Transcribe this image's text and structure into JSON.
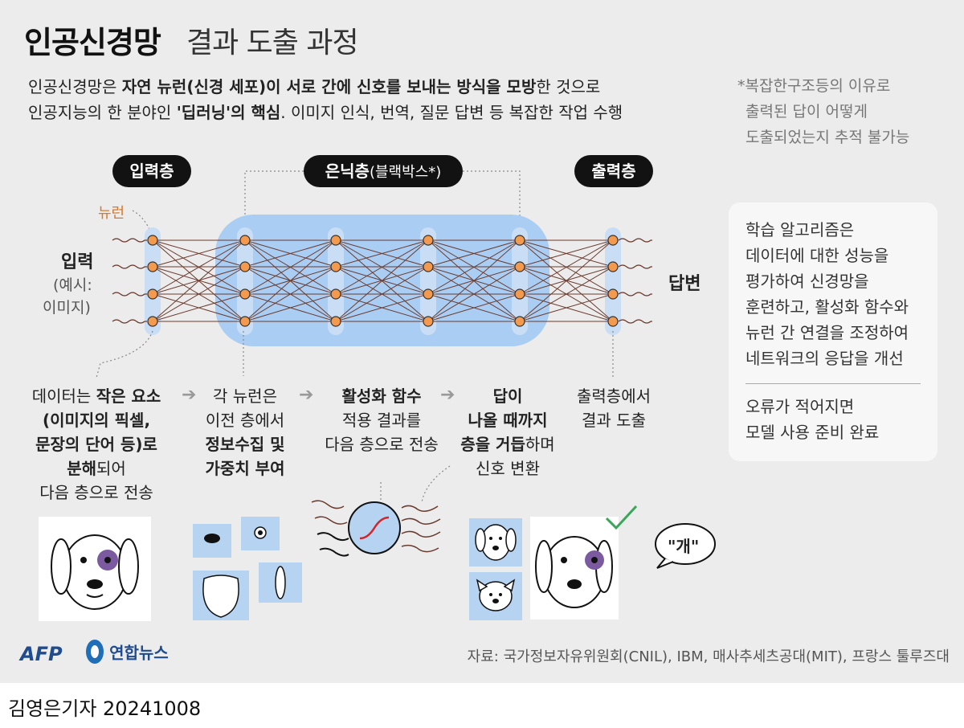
{
  "header": {
    "title_main": "인공신경망",
    "title_sub": "결과 도출 과정"
  },
  "intro": {
    "line1_plain_a": "인공신경망은 ",
    "line1_bold": "자연 뉴런(신경 세포)이 서로 간에 신호를 보내는 방식을 모방",
    "line1_plain_b": "한 것으로",
    "line2_plain_a": "인공지능의 한 분야인 ",
    "line2_bold": "'딥러닝'의 핵심",
    "line2_plain_b": ". 이미지 인식, 번역, 질문 답변 등 복잡한 작업 수행"
  },
  "note": {
    "line1": "*복잡한구조등의 이유로",
    "line2": "출력된 답이 어떻게",
    "line3": "도출되었는지 추적 불가능"
  },
  "layers": {
    "input": "입력층",
    "hidden_bold": "은닉층",
    "hidden_small": "(블랙박스*)",
    "output": "출력층"
  },
  "labels": {
    "neuron": "뉴런",
    "input_title": "입력",
    "input_ex1": "(예시:",
    "input_ex2": "이미지)",
    "answer": "답변"
  },
  "captions": {
    "c1": [
      "데이터는 ",
      "작은 요소",
      "(이미지의 픽셀,",
      "문장의 단어 등)로",
      "분해",
      "되어",
      "다음 층으로 전송"
    ],
    "c2": [
      "각 뉴런은",
      "이전 층에서",
      "정보수집 및",
      "가중치 부여"
    ],
    "c3": [
      "활성화 함수",
      "적용 결과를",
      "다음 층으로 전송"
    ],
    "c4": [
      "답이",
      "나올 때까지",
      "층을 거듭",
      "하며",
      "신호 변환"
    ],
    "c5": [
      "출력층에서",
      "결과 도출"
    ]
  },
  "learning": {
    "line1": "학습 알고리즘은",
    "line2": "데이터에 대한 성능을",
    "line3": "평가하여 신경망을",
    "line4": "훈련하고, 활성화 함수와",
    "line5": "뉴런 간 연결을 조정하여",
    "line6": "네트워크의 응답을 개선",
    "line7": "오류가 적어지면",
    "line8": "모델 사용 준비 완료"
  },
  "speech": "\"개\"",
  "source": "자료: 국가정보자유위원회(CNIL), IBM, 매사추세츠공대(MIT), 프랑스 툴루즈대",
  "logos": {
    "afp": "AFP",
    "yonhap": "연합뉴스"
  },
  "footer": "김영은기자  20241008",
  "colors": {
    "neuron_fill": "#f39a4f",
    "hidden_bg": "#a9cdf3",
    "connection": "#6b3b2e",
    "check": "#3aa65a",
    "title": "#111111"
  }
}
